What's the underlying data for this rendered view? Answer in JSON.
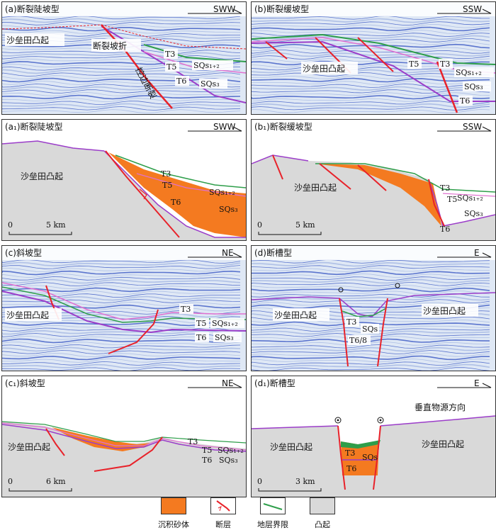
{
  "panels": {
    "a": {
      "title": "(a)断裂陡坡型",
      "dir": "SWW",
      "uplift": "沙垒田凸起",
      "slope_break": "断裂坡折",
      "fault_name": "控边断裂",
      "t3": "T3",
      "t5": "T5",
      "t6": "T6",
      "sq12": "SQs₁₊₂",
      "sq3": "SQs₃"
    },
    "b": {
      "title": "(b)断裂缓坡型",
      "dir": "SSW",
      "uplift": "沙垒田凸起",
      "t3": "T3",
      "t5": "T5",
      "t6": "T6",
      "sq12": "SQs₁₊₂",
      "sq3": "SQs₃"
    },
    "a1": {
      "title": "(a₁)断裂陡坡型",
      "dir": "SWW",
      "uplift": "沙垒田凸起",
      "t3": "T3",
      "t5": "T5",
      "t6": "T6",
      "sq12": "SQs₁₊₂",
      "sq3": "SQs₃",
      "scale0": "0",
      "scale": "5 km"
    },
    "b1": {
      "title": "(b₁)断裂缓坡型",
      "dir": "SSW",
      "uplift": "沙垒田凸起",
      "t3": "T3",
      "t5": "T5",
      "t6": "T6",
      "sq12": "SQs₁₊₂",
      "sq3": "SQs₃",
      "scale0": "0",
      "scale": "5 km"
    },
    "c": {
      "title": "(c)斜坡型",
      "dir": "NE",
      "uplift": "沙垒田凸起",
      "t3": "T3",
      "t5": "T5",
      "t6": "T6",
      "sq12": "SQs₁₊₂",
      "sq3": "SQs₃"
    },
    "d": {
      "title": "(d)断槽型",
      "dir": "E",
      "uplift_l": "沙垒田凸起",
      "uplift_r": "沙垒田凸起",
      "t3": "T3",
      "t68": "T6/8",
      "sq": "SQs"
    },
    "c1": {
      "title": "(c₁)斜坡型",
      "dir": "NE",
      "uplift": "沙垒田凸起",
      "t3": "T3",
      "t5": "T5",
      "t6": "T6",
      "sq12": "SQs₁₊₂",
      "sq3": "SQs₃",
      "scale0": "0",
      "scale": "6 km"
    },
    "d1": {
      "title": "(d₁)断槽型",
      "dir": "E",
      "uplift_l": "沙垒田凸起",
      "uplift_r": "沙垒田凸起",
      "source": "垂直物源方向",
      "t3": "T3",
      "t6": "T6",
      "sq": "SQs",
      "scale0": "0",
      "scale": "3 km"
    }
  },
  "legend": {
    "sand": "沉积砂体",
    "fault": "断层",
    "boundary": "地层界限",
    "uplift": "凸起"
  },
  "colors": {
    "sand": "#f47a20",
    "fault": "#e8222a",
    "boundary": "#2e9e4a",
    "uplift": "#d9d9d9",
    "horizon": "#9b3dc9"
  }
}
